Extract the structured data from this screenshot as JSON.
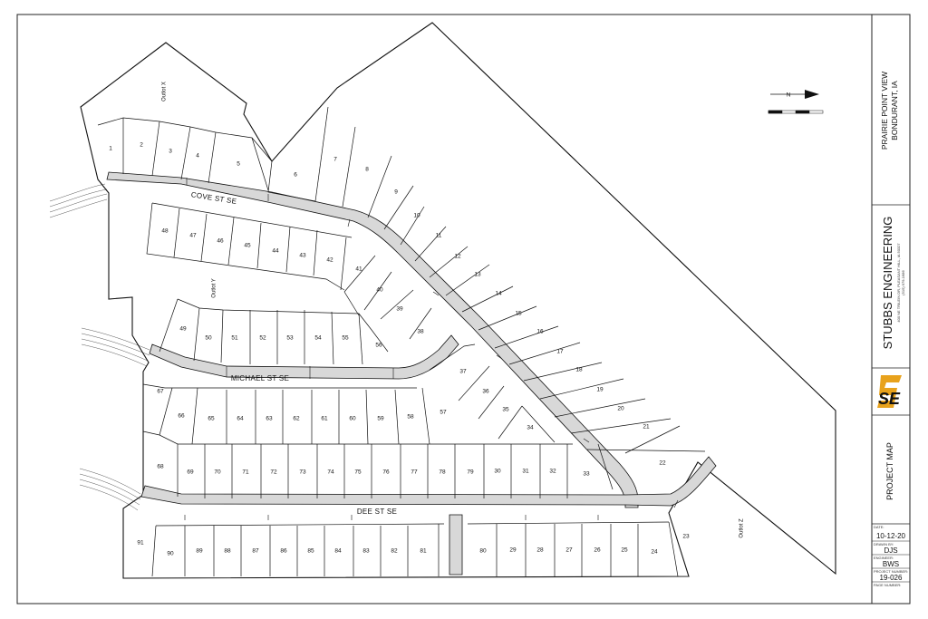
{
  "title_block": {
    "project_name": "PRAIRIE POINT VIEW",
    "project_location": "BONDURANT, IA",
    "firm_name": "STUBBS ENGINEERING",
    "firm_address": "400 NE TRILEIN DR, PLEASANT HILL, IA 50327",
    "firm_phone": "(515) 979-1686",
    "logo_text": "SE",
    "sheet_title": "PROJECT MAP",
    "date_label": "DATE:",
    "date_value": "10-12-20",
    "drawn_by_label": "DRAWN BY:",
    "drawn_by_value": "DJS",
    "engineer_label": "ENGINEER:",
    "engineer_value": "BWS",
    "project_number_label": "PROJECT NUMBER:",
    "project_number_value": "19-026",
    "page_number_label": "PAGE NUMBER:"
  },
  "streets": {
    "cove": "COVE ST SE",
    "michael": "MICHAEL ST SE",
    "dee": "DEE ST SE"
  },
  "outlots": {
    "x": "Outlot X",
    "y": "Outlot Y",
    "z": "Outlot Z"
  },
  "north_arrow": {
    "label": "N"
  },
  "lots": [
    {
      "n": "1"
    },
    {
      "n": "2"
    },
    {
      "n": "3"
    },
    {
      "n": "4"
    },
    {
      "n": "5"
    },
    {
      "n": "6"
    },
    {
      "n": "7"
    },
    {
      "n": "8"
    },
    {
      "n": "9"
    },
    {
      "n": "10"
    },
    {
      "n": "11"
    },
    {
      "n": "12"
    },
    {
      "n": "13"
    },
    {
      "n": "14"
    },
    {
      "n": "15"
    },
    {
      "n": "16"
    },
    {
      "n": "17"
    },
    {
      "n": "18"
    },
    {
      "n": "19"
    },
    {
      "n": "20"
    },
    {
      "n": "21"
    },
    {
      "n": "22"
    },
    {
      "n": "23"
    },
    {
      "n": "24"
    },
    {
      "n": "25"
    },
    {
      "n": "26"
    },
    {
      "n": "27"
    },
    {
      "n": "28"
    },
    {
      "n": "29"
    },
    {
      "n": "30"
    },
    {
      "n": "31"
    },
    {
      "n": "32"
    },
    {
      "n": "33"
    },
    {
      "n": "34"
    },
    {
      "n": "35"
    },
    {
      "n": "36"
    },
    {
      "n": "37"
    },
    {
      "n": "38"
    },
    {
      "n": "39"
    },
    {
      "n": "40"
    },
    {
      "n": "41"
    },
    {
      "n": "42"
    },
    {
      "n": "43"
    },
    {
      "n": "44"
    },
    {
      "n": "45"
    },
    {
      "n": "46"
    },
    {
      "n": "47"
    },
    {
      "n": "48"
    },
    {
      "n": "49"
    },
    {
      "n": "50"
    },
    {
      "n": "51"
    },
    {
      "n": "52"
    },
    {
      "n": "53"
    },
    {
      "n": "54"
    },
    {
      "n": "55"
    },
    {
      "n": "56"
    },
    {
      "n": "57"
    },
    {
      "n": "58"
    },
    {
      "n": "59"
    },
    {
      "n": "60"
    },
    {
      "n": "61"
    },
    {
      "n": "62"
    },
    {
      "n": "63"
    },
    {
      "n": "64"
    },
    {
      "n": "65"
    },
    {
      "n": "66"
    },
    {
      "n": "67"
    },
    {
      "n": "68"
    },
    {
      "n": "69"
    },
    {
      "n": "70"
    },
    {
      "n": "71"
    },
    {
      "n": "72"
    },
    {
      "n": "73"
    },
    {
      "n": "74"
    },
    {
      "n": "75"
    },
    {
      "n": "76"
    },
    {
      "n": "77"
    },
    {
      "n": "78"
    },
    {
      "n": "79"
    },
    {
      "n": "80"
    },
    {
      "n": "81"
    },
    {
      "n": "82"
    },
    {
      "n": "83"
    },
    {
      "n": "84"
    },
    {
      "n": "85"
    },
    {
      "n": "86"
    },
    {
      "n": "87"
    },
    {
      "n": "88"
    },
    {
      "n": "89"
    },
    {
      "n": "90"
    },
    {
      "n": "91"
    }
  ],
  "colors": {
    "road_fill": "#d8d8d8",
    "logo_orange": "#e8a21c",
    "line": "#111111"
  }
}
